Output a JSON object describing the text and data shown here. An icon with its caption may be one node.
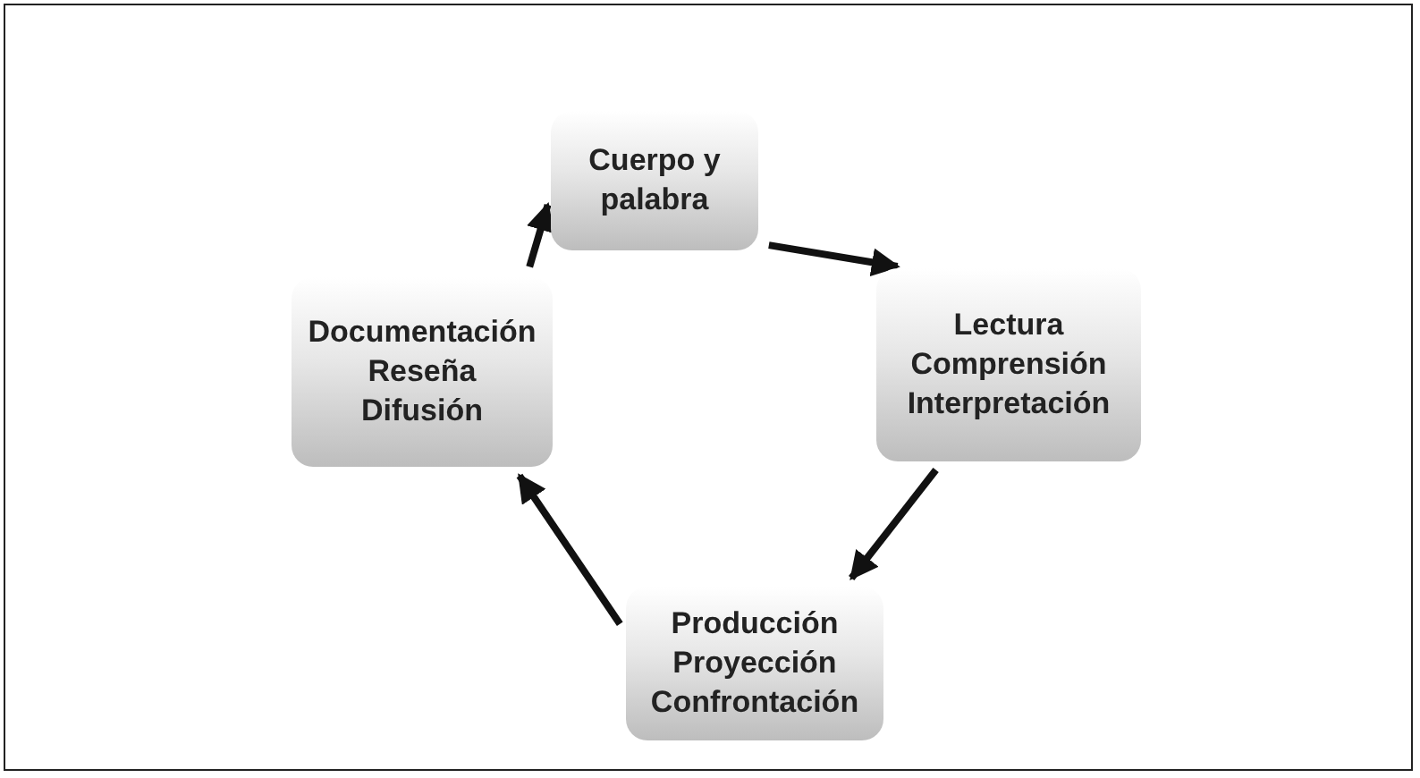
{
  "diagram": {
    "nodes": [
      {
        "text": [
          "Cuerpo y palabra"
        ]
      },
      {
        "text": [
          "Documentación",
          "Reseña",
          "Difusión"
        ]
      },
      {
        "text": [
          "Lectura",
          "Comprensión",
          "Interpretación"
        ]
      },
      {
        "text": [
          "Producción",
          "Proyección",
          "Confrontación"
        ]
      }
    ],
    "edges": [
      {
        "from": 0,
        "to": 2,
        "arrow": "to"
      },
      {
        "from": 2,
        "to": 3,
        "arrow": "to"
      },
      {
        "from": 3,
        "to": 1,
        "arrow": "to"
      },
      {
        "from": 1,
        "to": 0,
        "arrow": "to"
      }
    ]
  }
}
